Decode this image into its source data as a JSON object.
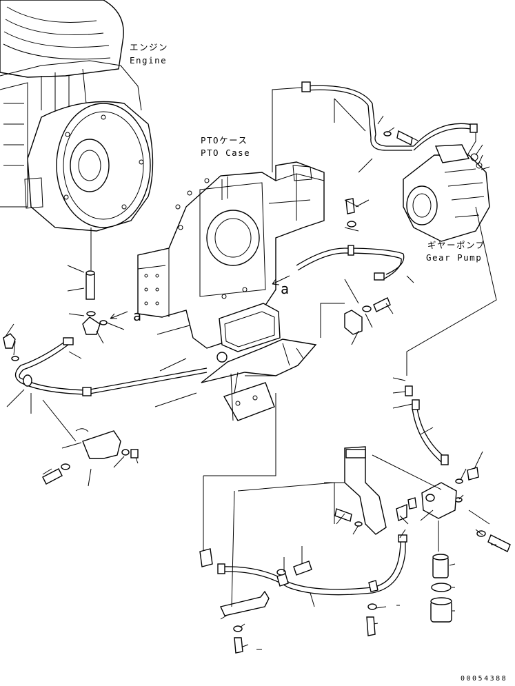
{
  "labels": {
    "engine_jp": "エンジン",
    "engine_en": "Engine",
    "pto_case_jp": "PTOケース",
    "pto_case_en": "PTO Case",
    "gear_pump_jp": "ギヤーポンプ",
    "gear_pump_en": "Gear Pump",
    "ref_a_left": "a",
    "ref_a_right": "a",
    "drawing_id": "00054388"
  }
}
